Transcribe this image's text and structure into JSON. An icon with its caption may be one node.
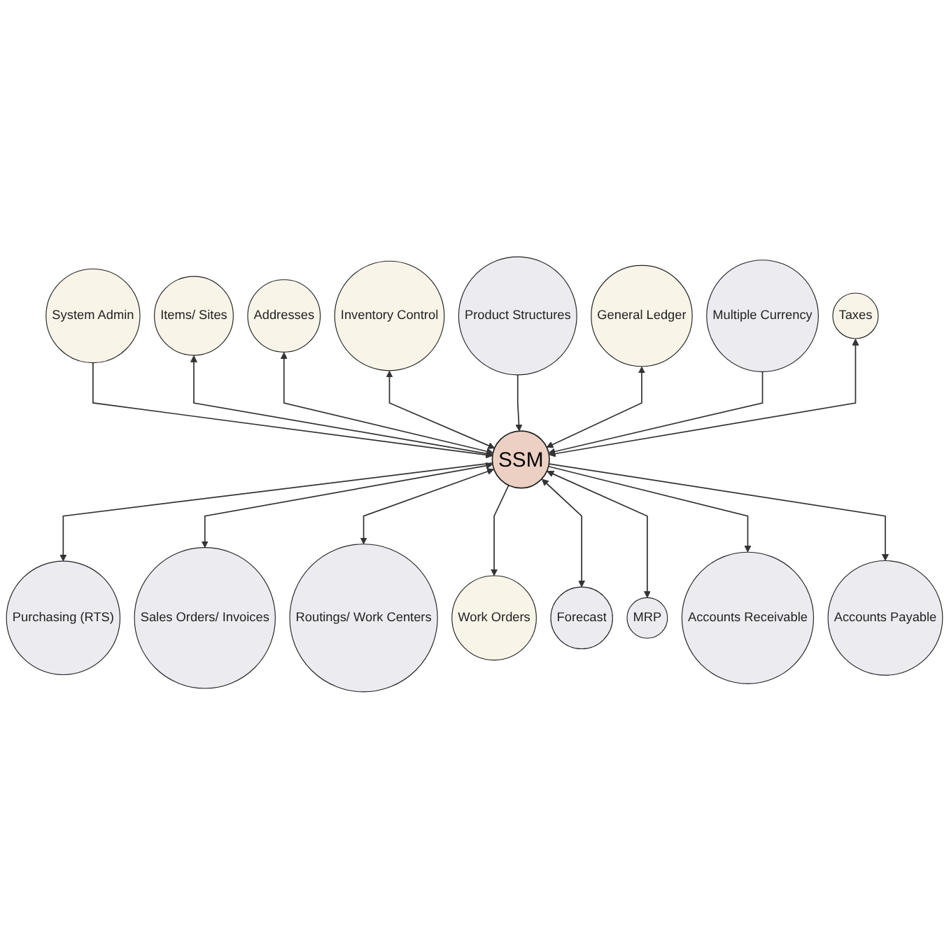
{
  "diagram": {
    "nodes": [
      {
        "text": [
          "SSM"
        ]
      },
      {
        "text": [
          "System Admin"
        ]
      },
      {
        "text": [
          "Items/ Sites"
        ]
      },
      {
        "text": [
          "Addresses"
        ]
      },
      {
        "text": [
          "Inventory Control"
        ]
      },
      {
        "text": [
          "Purchasing (RTS)"
        ]
      },
      {
        "text": [
          "Sales Orders/ Invoices"
        ]
      },
      {
        "text": [
          "Product Structures"
        ]
      },
      {
        "text": [
          "Routings/ Work Centers"
        ]
      },
      {
        "text": [
          "Work Orders"
        ]
      },
      {
        "text": [
          "Forecast"
        ]
      },
      {
        "text": [
          "MRP"
        ]
      },
      {
        "text": [
          "General Ledger"
        ]
      },
      {
        "text": [
          "Multiple Currency"
        ]
      },
      {
        "text": [
          "Accounts Receivable"
        ]
      },
      {
        "text": [
          "Accounts Payable"
        ]
      },
      {
        "text": [
          "Taxes"
        ]
      }
    ],
    "edges": [
      {
        "from": 1,
        "to": 0,
        "arrow": "to"
      },
      {
        "from": 2,
        "to": 0,
        "arrow": "both"
      },
      {
        "from": 3,
        "to": 0,
        "arrow": "both"
      },
      {
        "from": 4,
        "to": 0,
        "arrow": "both"
      },
      {
        "from": 0,
        "to": 5,
        "arrow": "to"
      },
      {
        "from": 0,
        "to": 6,
        "arrow": "both"
      },
      {
        "from": 7,
        "to": 0,
        "arrow": "to"
      },
      {
        "from": 0,
        "to": 8,
        "arrow": "both"
      },
      {
        "from": 0,
        "to": 9,
        "arrow": "to"
      },
      {
        "from": 0,
        "to": 10,
        "arrow": "both"
      },
      {
        "from": 0,
        "to": 11,
        "arrow": "both"
      },
      {
        "from": 12,
        "to": 0,
        "arrow": "both"
      },
      {
        "from": 13,
        "to": 0,
        "arrow": "to"
      },
      {
        "from": 0,
        "to": 14,
        "arrow": "to"
      },
      {
        "from": 0,
        "to": 15,
        "arrow": "to"
      },
      {
        "from": 16,
        "to": 0,
        "arrow": "both"
      }
    ]
  }
}
